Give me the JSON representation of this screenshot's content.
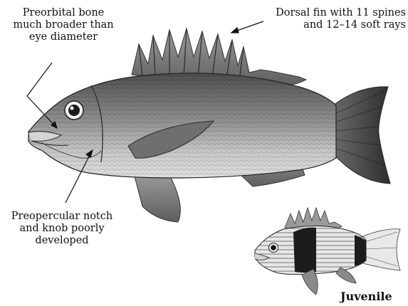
{
  "annotations": {
    "preorbital": [
      "Preorbital bone",
      "much broader than",
      "eye diameter"
    ],
    "dorsal": [
      "Dorsal fin with 11 spines",
      "and 12–14 soft rays"
    ],
    "preopercular": [
      "Preopercular notch",
      "and knob poorly",
      "developed"
    ],
    "juvenile": "Juvenile"
  },
  "colors": {
    "body_dark": "#5a5a5a",
    "body_light": "#c9c9c9",
    "belly": "#e2e2e2",
    "fin": "#8a8a8a",
    "tail": "#3c3c3c",
    "line": "#111111"
  }
}
